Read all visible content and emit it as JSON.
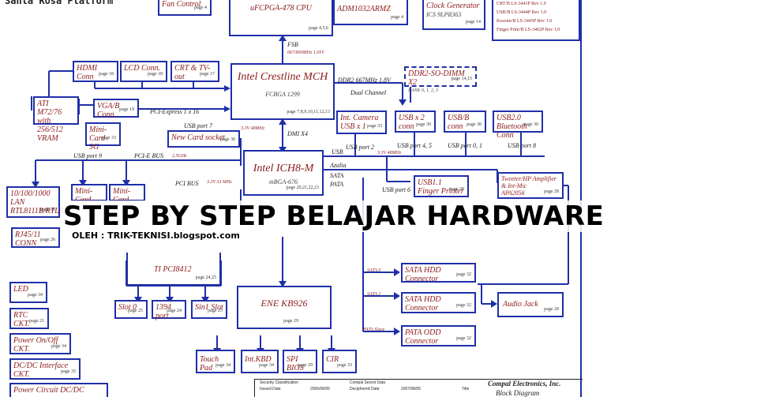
{
  "platform_title": "Santa Rosa Platform",
  "banner": {
    "title": "STEP BY STEP BELAJAR HARDWARE",
    "byline": "OLEH : TRIK-TEKNISI.blogspot.com"
  },
  "blocks": {
    "fan_control": {
      "label": "Fan Control",
      "page": "page 4"
    },
    "cpu": {
      "label": "uFCPGA-478 CPU",
      "page": "page 4,5,6"
    },
    "adm": {
      "label": "ADM1032ARMZ",
      "page": "page 4"
    },
    "clock_gen": {
      "label": "Clock Generator",
      "sub": "ICS 9LPR363",
      "page": "page 14"
    },
    "hdmi": {
      "label": "HDMI Conn",
      "page": "page 18"
    },
    "lcd": {
      "label": "LCD Conn.",
      "page": "page 18"
    },
    "crt_tv": {
      "label": "CRT & TV-out",
      "page": "page 17"
    },
    "mch": {
      "label": "Intel Crestline MCH",
      "sub": "FCBGA 1299",
      "page": "page 7,8,9,10,11,12,13"
    },
    "ddr2": {
      "label": "DDR2-SO-DIMM X2",
      "sub": "BANK 0, 1, 2, 3",
      "page": "page 14,15"
    },
    "ati": {
      "label": "ATI M72/76\nwith 256/512\nVRAM"
    },
    "vga_b": {
      "label": "VGA/B Conn.",
      "page": "page 19"
    },
    "mini_card_3g": {
      "label": "Mini-Card\n3G",
      "page": "page 33"
    },
    "new_card": {
      "label": "New Card socket",
      "page": "page 30"
    },
    "int_camera": {
      "label": "Int. Camera\nUSB x 1",
      "page": "page 33"
    },
    "usb_x2": {
      "label": "USB x 2\nconn",
      "page": "page 30"
    },
    "usb_b": {
      "label": "USB/B conn",
      "page": "page 30"
    },
    "bluetooth": {
      "label": "USB2.0\nBluetooth Conn",
      "page": "page 30"
    },
    "ich8": {
      "label": "Intel ICH8-M",
      "sub": "mBGA-676",
      "page": "page 20,21,22,23"
    },
    "lan": {
      "label": "10/100/1000 LAN\nRTL8111B/RTL81",
      "page": "page 26"
    },
    "mini_card_1": {
      "label": "Mini-Card"
    },
    "mini_card_2": {
      "label": "Mini-Card"
    },
    "rj45": {
      "label": "RJ45/11 CONN",
      "page": "page 26"
    },
    "usb1_fp": {
      "label": "USB1.1\nFinger Printer",
      "page": "page 30"
    },
    "tweeter": {
      "label": "Tweeter/HP Amplifier\n& Int-Mic\nAPA2056",
      "page": "page 28"
    },
    "cardbus": {
      "label": "TI PCI8412",
      "page": "page 24,25"
    },
    "sata1": {
      "label": "SATA HDD Connector",
      "page": "page 32"
    },
    "sata2": {
      "label": "SATA HDD Connector",
      "page": "page 32"
    },
    "pata": {
      "label": "PATA ODD Connector",
      "page": "page 32"
    },
    "audio_jack": {
      "label": "Audio Jack",
      "page": "page 28"
    },
    "led": {
      "label": "LED",
      "page": "page 34"
    },
    "rtc": {
      "label": "RTC CKT.",
      "page": "page 21"
    },
    "power_onoff": {
      "label": "Power On/Off CKT.",
      "page": "page 34"
    },
    "dcdc_if": {
      "label": "DC/DC Interface CKT.",
      "page": "page 35"
    },
    "power_dcdc": {
      "label": "Power Circuit DC/DC"
    },
    "slot0": {
      "label": "Slot 0",
      "page": "page 25"
    },
    "p1394": {
      "label": "1394 port",
      "page": "page 24"
    },
    "sin1": {
      "label": "Sin1 Slot",
      "page": "page 25"
    },
    "ene": {
      "label": "ENE KB926",
      "page": "page 29"
    },
    "touchpad": {
      "label": "Touch Pad",
      "page": "page 34"
    },
    "int_kbd": {
      "label": "Int.KBD",
      "page": "page 34"
    },
    "spi_bios": {
      "label": "SPI BIOS",
      "page": "page 29"
    },
    "cir": {
      "label": "CIR",
      "page": "page 33"
    }
  },
  "rev_list": [
    "CRT/B LS-3441P Rev 1.0",
    "USB/B LS-3444P Rev 1.0",
    "Kosonn/B LS-3445P Rev 1.0",
    "Finger Print/B LS-3402P Rev 1.0"
  ],
  "signals": {
    "fsb": "FSB",
    "fsb_speed": "667/800MHz 1.05V",
    "ddr2_speed": "DDR2 667MHz 1.8V",
    "dual_channel": "Dual Channel",
    "pci_express": "PCI-Express 1 x 16",
    "dmi": "DMI X4",
    "usb_port7": "USB port 7",
    "usb_port9": "USB port 9",
    "pcie_bus": "PCI-E BUS",
    "pci_bus": "PCI BUS",
    "pci_speed": "3.3V 33 MHz",
    "freq_33": "3.3V 48MHz",
    "usb_port2": "USB port 2",
    "usb_port45": "USB port 4, 5",
    "usb_port01": "USB port 0, 1",
    "usb_port8": "USB port 8",
    "usb_port6": "USB port 6",
    "usb_speed": "3.3V 48MHz",
    "azalia": "Azalia",
    "sata": "SATA",
    "pata": "PATA",
    "sata0": "SATA 0",
    "sata1": "SATA 1",
    "pata_slave": "PATA Slave",
    "usb_label": "USB",
    "v25": "2.5GHz"
  },
  "title_block": {
    "security": "Security Classification",
    "secret": "Compal Secret Data",
    "issued": "Issued Date",
    "issued_val": "2006/08/05",
    "decipher": "Deciphered Date",
    "decipher_val": "2007/08/05",
    "title_lbl": "Title",
    "company": "Compal Electronics, Inc.",
    "doc_title": "Block Diagram"
  },
  "colors": {
    "wire": "#1f2fa8",
    "text": "#8b1a1a"
  }
}
